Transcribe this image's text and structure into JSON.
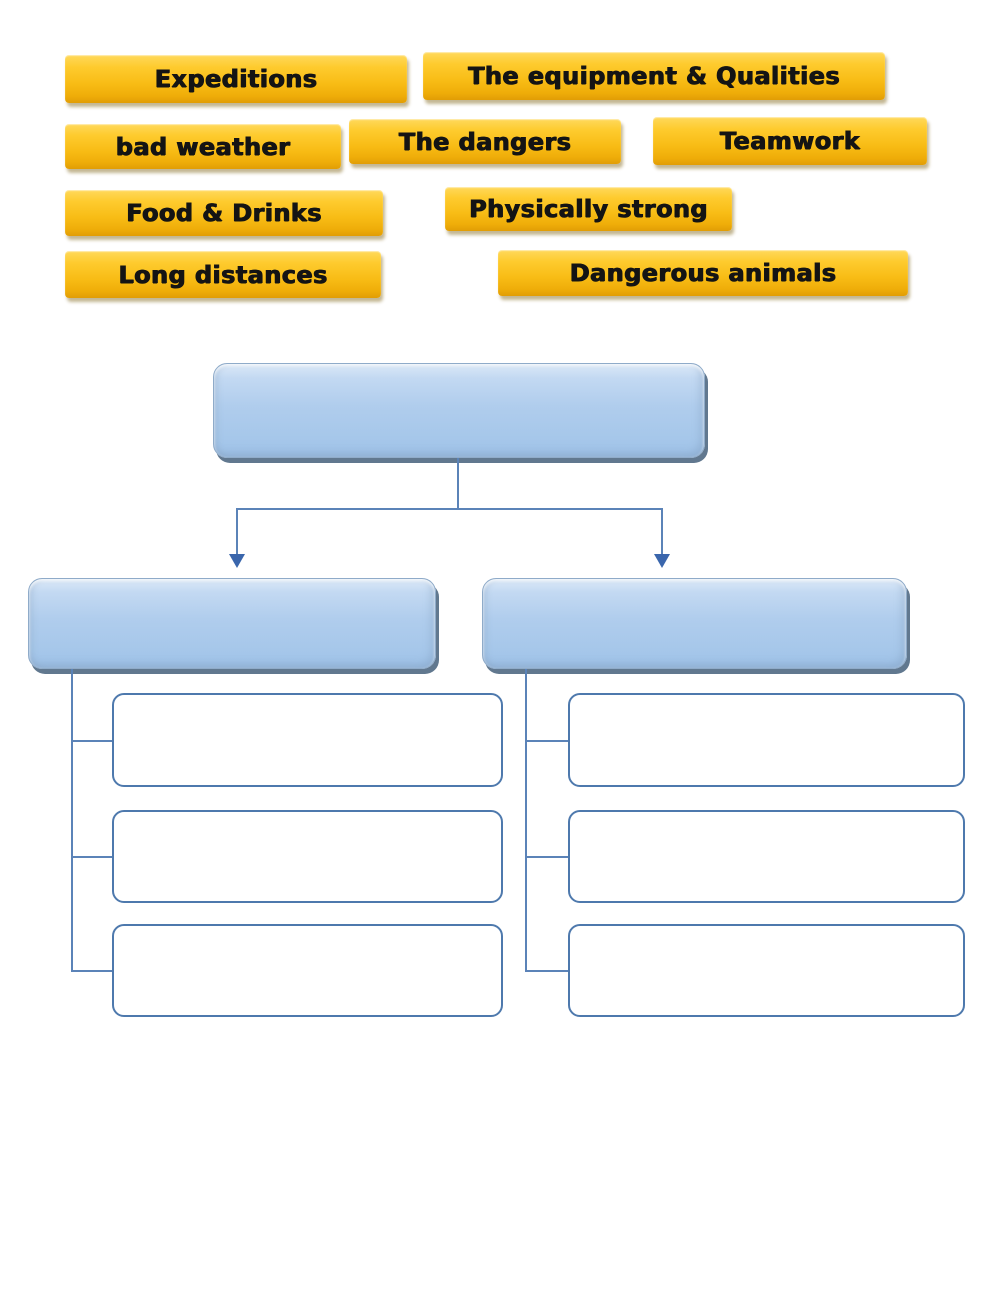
{
  "word_bank": {
    "tiles": [
      {
        "id": "expeditions",
        "label": "Expeditions"
      },
      {
        "id": "equipment-qualities",
        "label": "The equipment & Qualities"
      },
      {
        "id": "bad-weather",
        "label": "bad weather"
      },
      {
        "id": "the-dangers",
        "label": "The dangers"
      },
      {
        "id": "teamwork",
        "label": "Teamwork"
      },
      {
        "id": "food-drinks",
        "label": "Food & Drinks"
      },
      {
        "id": "physically-strong",
        "label": "Physically strong"
      },
      {
        "id": "long-distances",
        "label": "Long distances"
      },
      {
        "id": "dangerous-animals",
        "label": "Dangerous animals"
      }
    ],
    "tile_fill_color": "#F8BC15",
    "tile_text_color": "#141414"
  },
  "diagram": {
    "root": {
      "value": ""
    },
    "branches": [
      {
        "value": "",
        "slots": [
          "",
          "",
          ""
        ]
      },
      {
        "value": "",
        "slots": [
          "",
          "",
          ""
        ]
      }
    ],
    "colors": {
      "node_fill": "#B0CDED",
      "node_shadow": "#61788F",
      "connector": "#5B83B8",
      "arrowhead": "#3A66AC",
      "slot_border": "#4E79AD"
    },
    "icons": {
      "down_arrowhead": "▼"
    }
  }
}
